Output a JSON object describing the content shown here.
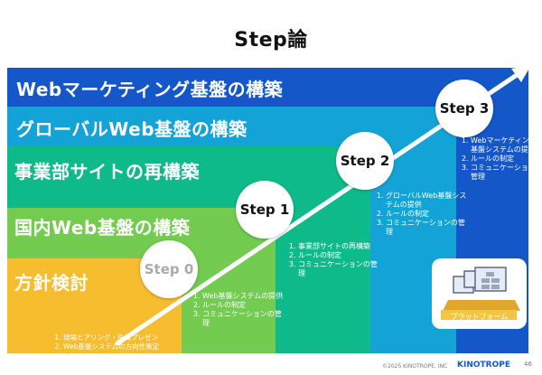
{
  "title": "Step論",
  "bands": [
    {
      "label": "Webマーケティング基盤の構築",
      "color": "#1457c8"
    },
    {
      "label": "グローバルWeb基盤の構築",
      "color": "#14a3d6"
    },
    {
      "label": "事業部サイトの再構築",
      "color": "#0fba8a"
    },
    {
      "label": "国内Web基盤の構築",
      "color": "#73cb4f"
    },
    {
      "label": "方針検討",
      "color": "#f6bd2e"
    }
  ],
  "steps": [
    {
      "label": "Step 0",
      "items": [
        "Web基盤システムの提供",
        "ルールの制定",
        "コミュニケーションの管理"
      ]
    },
    {
      "label": "Step 1",
      "items": [
        "事業部サイトの再構築",
        "ルールの制定",
        "コミュニケーションの管理"
      ]
    },
    {
      "label": "Step 2",
      "items": [
        "グローバルWeb基盤システムの提供",
        "ルールの制定",
        "コミュニケーションの管理"
      ]
    },
    {
      "label": "Step 3",
      "items": [
        "Webマーケティング基盤システムの提供",
        "ルールの制定",
        "コミュニケーションの管理"
      ]
    }
  ],
  "policy_items": [
    "現場ヒアリング・役員プレゼン",
    "Web基盤システムの方向性策定"
  ],
  "platform_label": "プラットフォーム",
  "footer": {
    "copyright": "©2025 KINOTROPE, INC",
    "brand": "KINOTROPE",
    "page": "46"
  }
}
